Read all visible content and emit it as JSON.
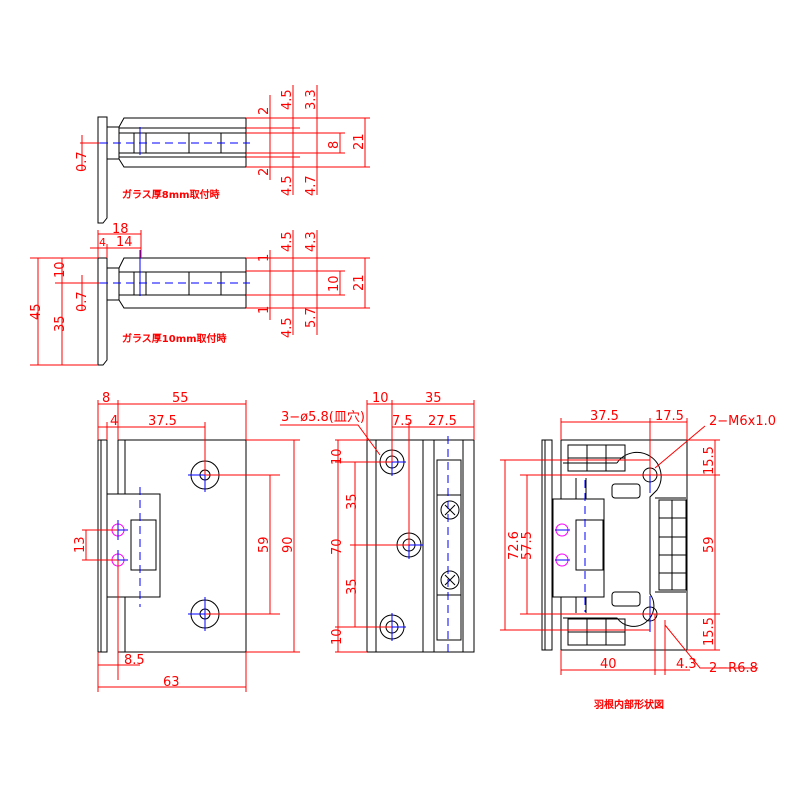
{
  "view_top_8mm": {
    "caption": "ガラス厚8mm取付時",
    "dims": {
      "d2a": "2",
      "d45a": "4.5",
      "d33": "3.3",
      "d8": "8",
      "d21": "21",
      "d2b": "2",
      "d45b": "4.5",
      "d47": "4.7",
      "d07": "0.7"
    }
  },
  "view_top_10mm": {
    "caption": "ガラス厚10mm取付時",
    "dims": {
      "d18": "18",
      "d4": "4",
      "d14": "14",
      "d1a": "1",
      "d45a": "4.5",
      "d43": "4.3",
      "d10": "10",
      "d21": "21",
      "d1b": "1",
      "d45b": "4.5",
      "d57": "5.7",
      "d07": "0.7",
      "d45": "45",
      "d35": "35",
      "d10l": "10"
    }
  },
  "view_front": {
    "dims": {
      "d8": "8",
      "d55": "55",
      "d4": "4",
      "d375": "37.5",
      "d13": "13",
      "d59": "59",
      "d90": "90",
      "d85": "8.5",
      "d63": "63"
    }
  },
  "view_side": {
    "hole_note": "3−ø5.8(皿穴)",
    "dims": {
      "d10t": "10",
      "d35t": "35",
      "d75": "7.5",
      "d275": "27.5",
      "d10a": "10",
      "d35a": "35",
      "d70": "70",
      "d35b": "35",
      "d10b": "10"
    }
  },
  "view_internal": {
    "caption": "羽根内部形状図",
    "thread_note": "2−M6x1.0",
    "radius_note": "2−R6.8",
    "dims": {
      "d375": "37.5",
      "d175": "17.5",
      "d155a": "15.5",
      "d59": "59",
      "d155b": "15.5",
      "d726": "72.6",
      "d575": "57.5",
      "d40": "40",
      "d43": "4.3"
    }
  }
}
